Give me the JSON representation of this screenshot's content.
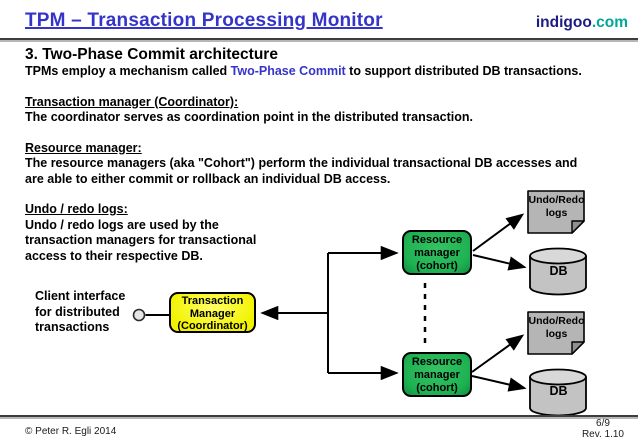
{
  "colors": {
    "title": "#3434c8",
    "highlight": "#3434c8",
    "logo_name": "#1c1c82",
    "logo_tld": "#00a79b",
    "coordinator_fill": "#f2f200",
    "cohort_fill": "#1eb152",
    "shape_gray": "#b5b5b5"
  },
  "header": {
    "title": "TPM – Transaction Processing Monitor",
    "logo_name": "indigoo",
    "logo_tld": ".com"
  },
  "content": {
    "heading": "3. Two-Phase Commit architecture",
    "intro": {
      "pre": "TPMs employ a mechanism called ",
      "highlight": "Two-Phase Commit",
      "post": " to support distributed DB transactions."
    },
    "sections": [
      {
        "title": "Transaction manager (Coordinator):",
        "lines": [
          "The coordinator serves as coordination point in the distributed transaction."
        ]
      },
      {
        "title": "Resource manager:",
        "lines": [
          "The resource managers (aka \"Cohort\") perform the individual transactional DB accesses and",
          "are able to either commit or rollback an individual DB access."
        ]
      },
      {
        "title": "Undo / redo logs:",
        "lines": [
          "Undo / redo logs are used by the",
          "transaction managers for transactional",
          "access to their respective DB."
        ]
      }
    ]
  },
  "diagram": {
    "client_label": [
      "Client interface",
      "for distributed",
      "transactions"
    ],
    "transaction_manager": [
      "Transaction",
      "Manager",
      "(Coordinator)"
    ],
    "resource_manager_top": [
      "Resource",
      "manager",
      "(cohort)"
    ],
    "resource_manager_bottom": [
      "Resource",
      "manager",
      "(cohort)"
    ],
    "undo_redo_top": [
      "Undo/Redo",
      "logs"
    ],
    "undo_redo_bottom": [
      "Undo/Redo",
      "logs"
    ],
    "db_top": "DB",
    "db_bottom": "DB"
  },
  "footer": {
    "copyright": "© Peter R. Egli 2014",
    "page": "6/9",
    "revision": "Rev. 1.10"
  }
}
